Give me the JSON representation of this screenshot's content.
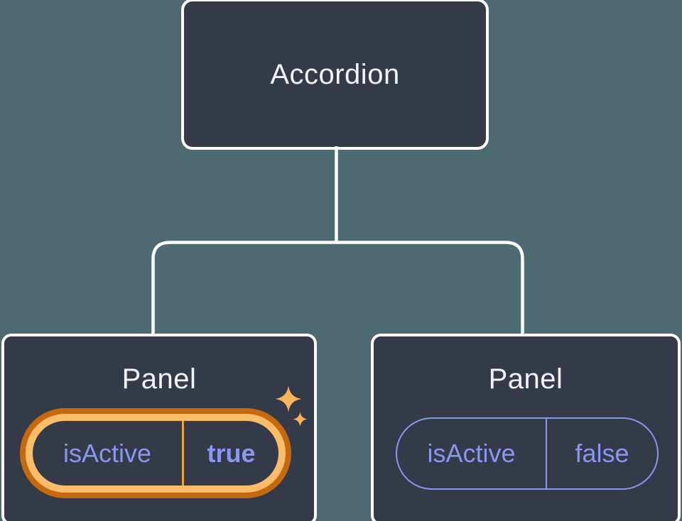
{
  "diagram": {
    "root": {
      "label": "Accordion"
    },
    "panels": [
      {
        "title": "Panel",
        "prop_name": "isActive",
        "prop_value": "true",
        "state": "active, highlighted"
      },
      {
        "title": "Panel",
        "prop_name": "isActive",
        "prop_value": "false",
        "state": "inactive"
      }
    ],
    "icons": {
      "sparkles": "sparkles-icon"
    }
  },
  "colors": {
    "background": "#4d6972",
    "node_fill": "#343a47",
    "node_border": "#ffffff",
    "title_text": "#f2f4f8",
    "prop_text": "#8b96f1",
    "pill_border_inactive": "#8b96f1",
    "highlight_ring_outer": "#c4690f",
    "highlight_ring_inner": "#fbbd69",
    "highlight_divider": "#e9a23b",
    "sparkle": "#f8b45c"
  }
}
